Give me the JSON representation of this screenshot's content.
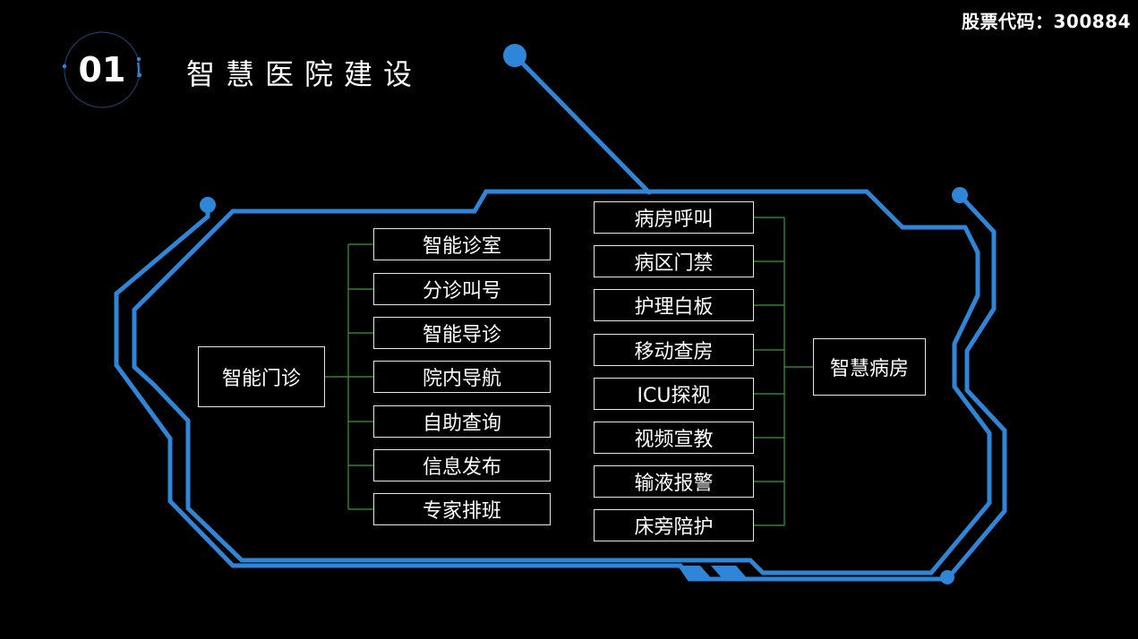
{
  "stock_label": "股票代码：300884",
  "section": {
    "number": "01",
    "title": "智慧医院建设"
  },
  "diagram": {
    "left_root": "智能门诊",
    "left_items": [
      "智能诊室",
      "分诊叫号",
      "智能导诊",
      "院内导航",
      "自助查询",
      "信息发布",
      "专家排班"
    ],
    "right_root": "智慧病房",
    "right_items": [
      "病房呼叫",
      "病区门禁",
      "护理白板",
      "移动查房",
      "ICU探视",
      "视频宣教",
      "输液报警",
      "床旁陪护"
    ]
  },
  "colors": {
    "background": "#000000",
    "accent": "#2f86d8",
    "connector": "#3a9a3a",
    "text": "#ffffff"
  }
}
